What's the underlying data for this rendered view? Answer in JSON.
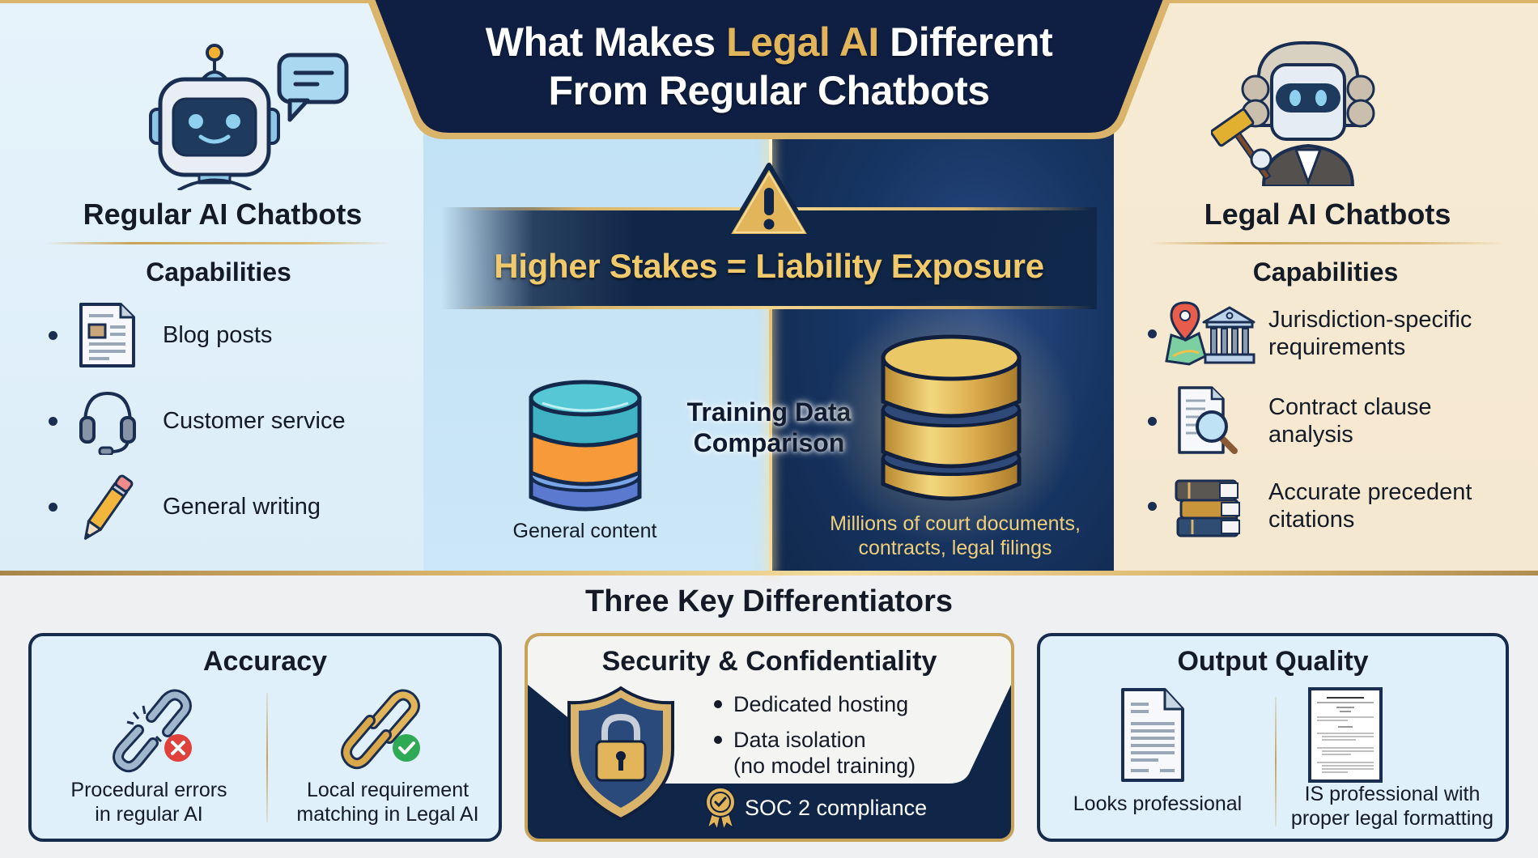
{
  "header": {
    "title_line1_pre": "What Makes ",
    "title_line1_highlight": "Legal AI",
    "title_line1_post": " Different",
    "title_line2": "From Regular Chatbots"
  },
  "colors": {
    "navy": "#0f2648",
    "gold": "#d9b46a",
    "gold_text": "#e2b55a",
    "left_bg": "#e3f1fa",
    "center_left_bg": "#c5e3f5",
    "right_bg": "#f7ead2",
    "bottom_bg": "#eef0f2",
    "error_red": "#e0413b",
    "success_green": "#2eaa55"
  },
  "regular": {
    "heading": "Regular AI Chatbots",
    "icon": "robot-chat-icon",
    "capabilities_title": "Capabilities",
    "capabilities": [
      {
        "label": "Blog posts",
        "icon": "document-icon"
      },
      {
        "label": "Customer service",
        "icon": "headset-icon"
      },
      {
        "label": "General writing",
        "icon": "pencil-icon"
      }
    ]
  },
  "legal": {
    "heading": "Legal AI Chatbots",
    "icon": "judge-robot-icon",
    "capabilities_title": "Capabilities",
    "capabilities": [
      {
        "label_line1": "Jurisdiction-specific",
        "label_line2": "requirements",
        "icon": "map-courthouse-icon"
      },
      {
        "label_line1": "Contract clause",
        "label_line2": "analysis",
        "icon": "document-magnifier-icon"
      },
      {
        "label_line1": "Accurate precedent",
        "label_line2": "citations",
        "icon": "books-icon"
      }
    ]
  },
  "center": {
    "stakes": "Higher Stakes = Liability Exposure",
    "stakes_icon": "warning-icon",
    "training_line1": "Training Data",
    "training_line2": "Comparison",
    "general_label": "General content",
    "legal_label_line1": "Millions of court documents,",
    "legal_label_line2": "contracts, legal filings"
  },
  "differentiators": {
    "title": "Three Key Differentiators",
    "accuracy": {
      "title": "Accuracy",
      "left_line1": "Procedural errors",
      "left_line2": "in regular AI",
      "left_icon": "broken-chain-icon",
      "left_badge": "error-x-icon",
      "right_line1": "Local requirement",
      "right_line2": "matching in Legal AI",
      "right_icon": "gold-chain-icon",
      "right_badge": "check-icon"
    },
    "security": {
      "title": "Security & Confidentiality",
      "bullets": [
        "Dedicated hosting",
        "Data isolation"
      ],
      "bullet2_sub": "(no model training)",
      "soc": "SOC 2 compliance",
      "shield_icon": "shield-lock-icon",
      "badge_icon": "award-badge-icon"
    },
    "output": {
      "title": "Output Quality",
      "left_label": "Looks professional",
      "right_line1": "IS professional with",
      "right_line2": "proper legal formatting",
      "left_icon": "plain-document-icon",
      "right_icon": "legal-document-icon"
    }
  }
}
